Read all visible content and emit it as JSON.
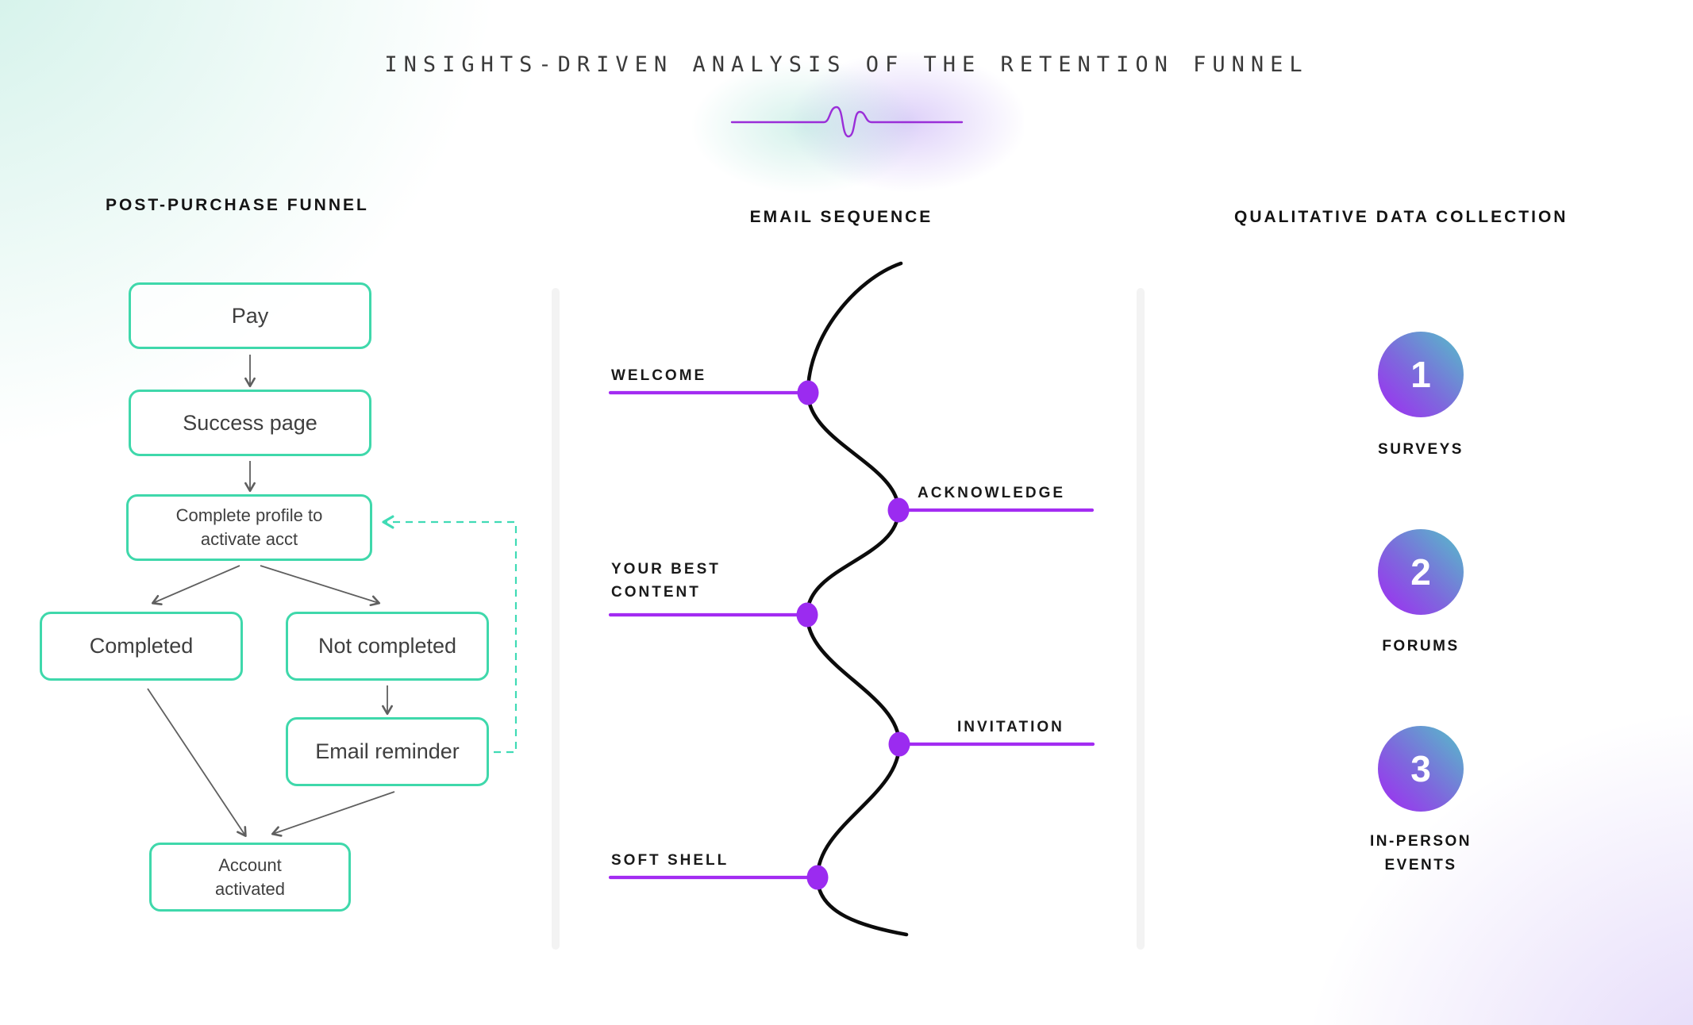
{
  "title": "INSIGHTS-DRIVEN ANALYSIS OF THE RETENTION FUNNEL",
  "theme": {
    "teal": "#3fd8ab",
    "purple_line": "#a32cf2",
    "purple_dot": "#9b2bf0",
    "squiggle_purple": "#9a2ed8",
    "curve_black": "#0c0c0c",
    "arrow_gray": "#5f5f5f",
    "box_text": "#3f3f3f",
    "heading_black": "#141414"
  },
  "post_purchase_funnel": {
    "heading": "POST-PURCHASE FUNNEL",
    "nodes": {
      "pay": "Pay",
      "success_page": "Success page",
      "complete_profile": "Complete profile to activate acct",
      "completed": "Completed",
      "not_completed": "Not completed",
      "email_reminder": "Email reminder",
      "account_activated": "Account activated"
    }
  },
  "email_sequence": {
    "heading": "EMAIL SEQUENCE",
    "steps": [
      "WELCOME",
      "ACKNOWLEDGE",
      "YOUR BEST CONTENT",
      "INVITATION",
      "SOFT SHELL"
    ]
  },
  "qualitative_data_collection": {
    "heading": "QUALITATIVE DATA COLLECTION",
    "items": [
      {
        "number": "1",
        "label": "SURVEYS"
      },
      {
        "number": "2",
        "label": "FORUMS"
      },
      {
        "number": "3",
        "label": "IN-PERSON EVENTS"
      }
    ]
  }
}
